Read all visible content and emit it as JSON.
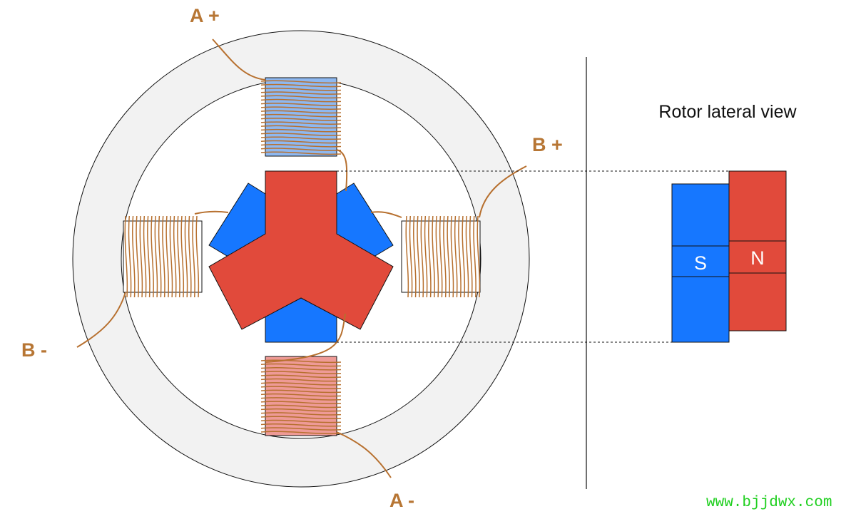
{
  "labels": {
    "a_plus": "A +",
    "a_minus": "A -",
    "b_plus": "B +",
    "b_minus": "B -"
  },
  "lateral_view": {
    "title": "Rotor lateral view",
    "south_label": "S",
    "north_label": "N"
  },
  "watermark": "www.bjjdwx.com",
  "colors": {
    "stator_ring": "#f2f2f2",
    "outline": "#111111",
    "rotor_north": "#e14a3b",
    "rotor_south": "#1677ff",
    "coil_a_plus_pole": "#8eb8f0",
    "coil_a_minus_pole": "#ee9a96",
    "coil_side_pole": "#ffffff",
    "wire": "#b7702f",
    "label": "#b77634",
    "watermark": "#1fcf1f"
  }
}
